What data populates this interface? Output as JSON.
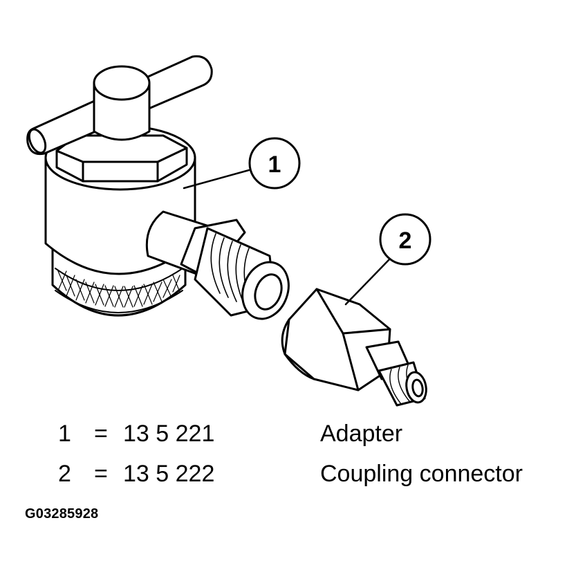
{
  "callouts": [
    {
      "number": "1"
    },
    {
      "number": "2"
    }
  ],
  "legend": [
    {
      "number": "1",
      "equals": "=",
      "part_number": "13 5 221",
      "name": "Adapter"
    },
    {
      "number": "2",
      "equals": "=",
      "part_number": "13 5 222",
      "name": "Coupling connector"
    }
  ],
  "figure_id": "G03285928"
}
